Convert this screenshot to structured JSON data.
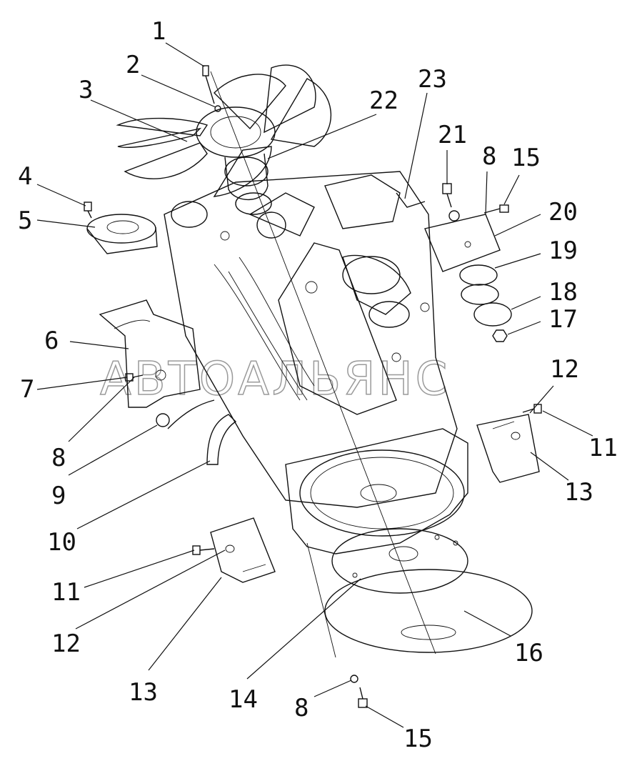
{
  "diagram": {
    "watermark": "АВТОАЛЬЯНС",
    "callouts": [
      {
        "id": "c1",
        "label": "1"
      },
      {
        "id": "c2",
        "label": "2"
      },
      {
        "id": "c3",
        "label": "3"
      },
      {
        "id": "c22",
        "label": "22"
      },
      {
        "id": "c23",
        "label": "23"
      },
      {
        "id": "c21",
        "label": "21"
      },
      {
        "id": "c8a",
        "label": "8"
      },
      {
        "id": "c15a",
        "label": "15"
      },
      {
        "id": "c4",
        "label": "4"
      },
      {
        "id": "c5",
        "label": "5"
      },
      {
        "id": "c20",
        "label": "20"
      },
      {
        "id": "c19",
        "label": "19"
      },
      {
        "id": "c18",
        "label": "18"
      },
      {
        "id": "c17",
        "label": "17"
      },
      {
        "id": "c6",
        "label": "6"
      },
      {
        "id": "c7",
        "label": "7"
      },
      {
        "id": "c12a",
        "label": "12"
      },
      {
        "id": "c11a",
        "label": "11"
      },
      {
        "id": "c8b",
        "label": "8"
      },
      {
        "id": "c13a",
        "label": "13"
      },
      {
        "id": "c9",
        "label": "9"
      },
      {
        "id": "c10",
        "label": "10"
      },
      {
        "id": "c11b",
        "label": "11"
      },
      {
        "id": "c12b",
        "label": "12"
      },
      {
        "id": "c13b",
        "label": "13"
      },
      {
        "id": "c14",
        "label": "14"
      },
      {
        "id": "c16",
        "label": "16"
      },
      {
        "id": "c8c",
        "label": "8"
      },
      {
        "id": "c15b",
        "label": "15"
      }
    ]
  }
}
